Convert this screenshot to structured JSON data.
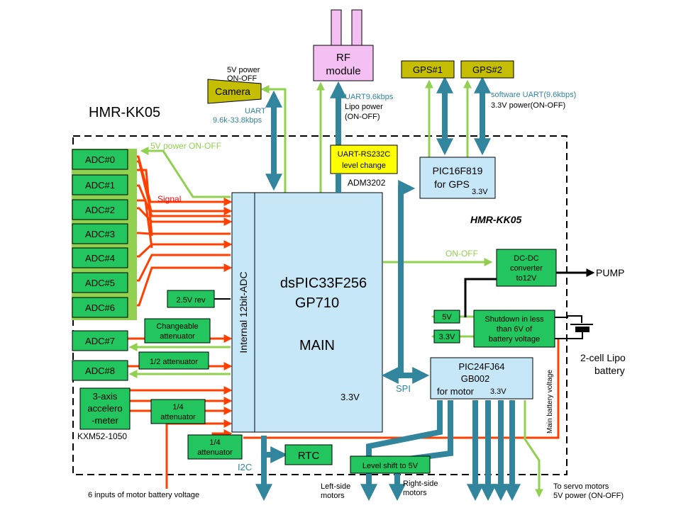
{
  "title": "HMR-KK05",
  "board_label": "HMR-KK05",
  "main_mcu": {
    "name_line1": "dsPIC33F256",
    "name_line2": "GP710",
    "role": "MAIN",
    "voltage": "3.3V",
    "internal_adc": "Internal 12bit-ADC"
  },
  "adc_channels": [
    "ADC#0",
    "ADC#1",
    "ADC#2",
    "ADC#3",
    "ADC#4",
    "ADC#5",
    "ADC#6"
  ],
  "adc7": "ADC#7",
  "adc8": "ADC#8",
  "signal_label": "Signal",
  "power_label_adc": "5V power ON-OFF",
  "ref_25v": "2.5V rev",
  "changeable_att_line1": "Changeable",
  "changeable_att_line2": "attenuator",
  "half_att": "1/2 attenuator",
  "quarter_att1_line1": "1/4",
  "quarter_att1_line2": "attenuator",
  "quarter_att2_line1": "1/4",
  "quarter_att2_line2": "attenuator",
  "accel_line1": "3-axis",
  "accel_line2": "accelero",
  "accel_line3": "-meter",
  "accel_part": "KXM52-1050",
  "motor_inputs": "6 inputs of motor battery voltage",
  "camera": "Camera",
  "camera_power_line1": "5V power",
  "camera_power_line2": "ON-OFF",
  "camera_uart_line1": "UART",
  "camera_uart_line2": "9.6k-33.8kbps",
  "rf_line1": "RF",
  "rf_line2": "module",
  "rf_uart": "UART9.6kbps",
  "rf_power_line1": "Lipo power",
  "rf_power_line2": "(ON-OFF)",
  "level_change_line1": "UART-RS232C",
  "level_change_line2": "level change",
  "level_change_part": "ADM3202",
  "gps1": "GPS#1",
  "gps2": "GPS#2",
  "gps_uart": "software UART(9.6kbps)",
  "gps_power": "3.3V power(ON-OFF)",
  "pic16_line1": "PIC16F819",
  "pic16_line2": "for GPS",
  "pic16_voltage": "3.3V",
  "on_off": "ON-OFF",
  "dcdc_line1": "DC-DC",
  "dcdc_line2": "converter",
  "dcdc_line3": "to12V",
  "pump": "PUMP",
  "out_5v": "5V",
  "out_33v": "3.3V",
  "shutdown_line1": "Shutdown in less",
  "shutdown_line2": "than 6V of",
  "shutdown_line3": "battery voltage",
  "battery_line1": "2-cell Lipo",
  "battery_line2": "battery",
  "main_battery_voltage": "Main battery voltage",
  "pic24_line1": "PIC24FJ64",
  "pic24_line2": "GB002",
  "pic24_line3": "for motor",
  "pic24_voltage": "3.3V",
  "spi": "SPI",
  "i2c": "I2C",
  "rtc": "RTC",
  "level_shift": "Level shift to 5V",
  "left_motors_line1": "Left-side",
  "left_motors_line2": "motors",
  "right_motors_line1": "Right-side",
  "right_motors_line2": "motors",
  "servo_line1": "To servo motors",
  "servo_line2": "5V power (ON-OFF)",
  "colors": {
    "green_box": "#22c55e",
    "green_line": "#92d050",
    "red_line": "#ff4000",
    "teal_bus": "#31859c",
    "light_blue": "#c6e7f7",
    "olive": "#c4bd00",
    "yellow": "#ffff00",
    "pink": "#f4c0f4"
  }
}
